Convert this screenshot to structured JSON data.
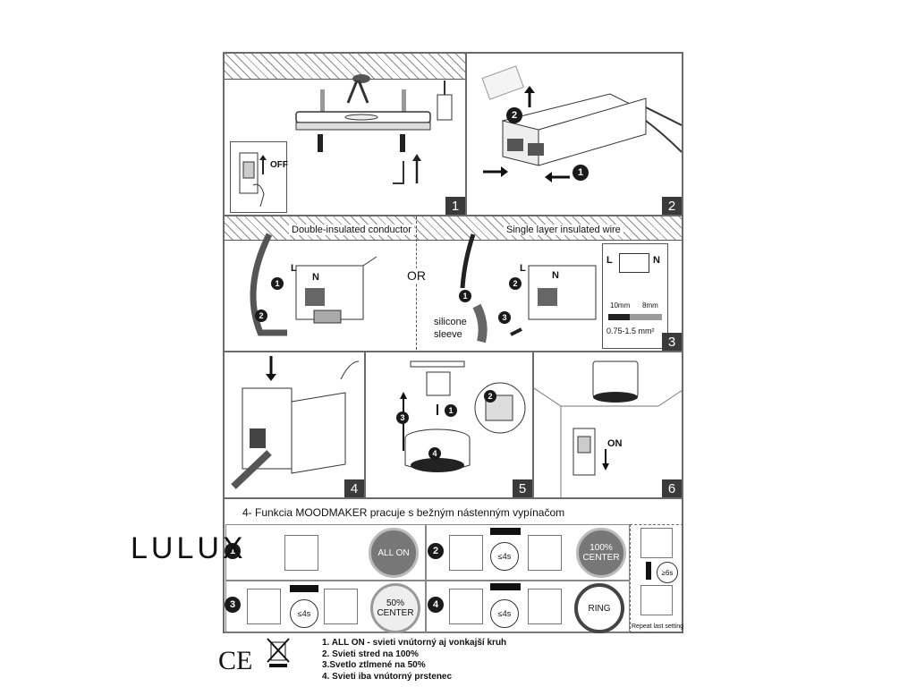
{
  "brand": "LULUX",
  "panels": [
    {
      "number": "1",
      "off_label": "OFF"
    },
    {
      "number": "2"
    },
    {
      "number": "3",
      "left_title": "Double-insulated conductor",
      "right_title": "Single layer insulated wire",
      "or_label": "OR",
      "silicone": "silicone",
      "sleeve": "sleeve",
      "L": "L",
      "N": "N",
      "strip_a": "10mm",
      "strip_b": "8mm",
      "wire_range": "0.75-1.5 mm²"
    },
    {
      "number": "4"
    },
    {
      "number": "5"
    },
    {
      "number": "6",
      "on_label": "ON"
    }
  ],
  "moodmaker": {
    "title": "4- Funkcia MOODMAKER pracuje s bežným nástenným vypínačom",
    "rows": [
      {
        "step": "1",
        "result": "ALL ON"
      },
      {
        "step": "2",
        "timer": "≤4s",
        "result_line1": "100%",
        "result_line2": "CENTER"
      },
      {
        "step": "3",
        "timer": "≤4s",
        "result_line1": "50%",
        "result_line2": "CENTER"
      },
      {
        "step": "4",
        "timer": "≤4s",
        "result": "RING"
      }
    ],
    "repeat_timer": "≥6s",
    "repeat_label": "Repeat last setting"
  },
  "legend": [
    "1. ALL ON - svieti vnútorný aj vonkajší kruh",
    "2. Svieti stred na 100%",
    "3.Svetlo ztlmené na 50%",
    "4. Svieti iba vnútorný prstenec"
  ],
  "ce_mark": "CE"
}
